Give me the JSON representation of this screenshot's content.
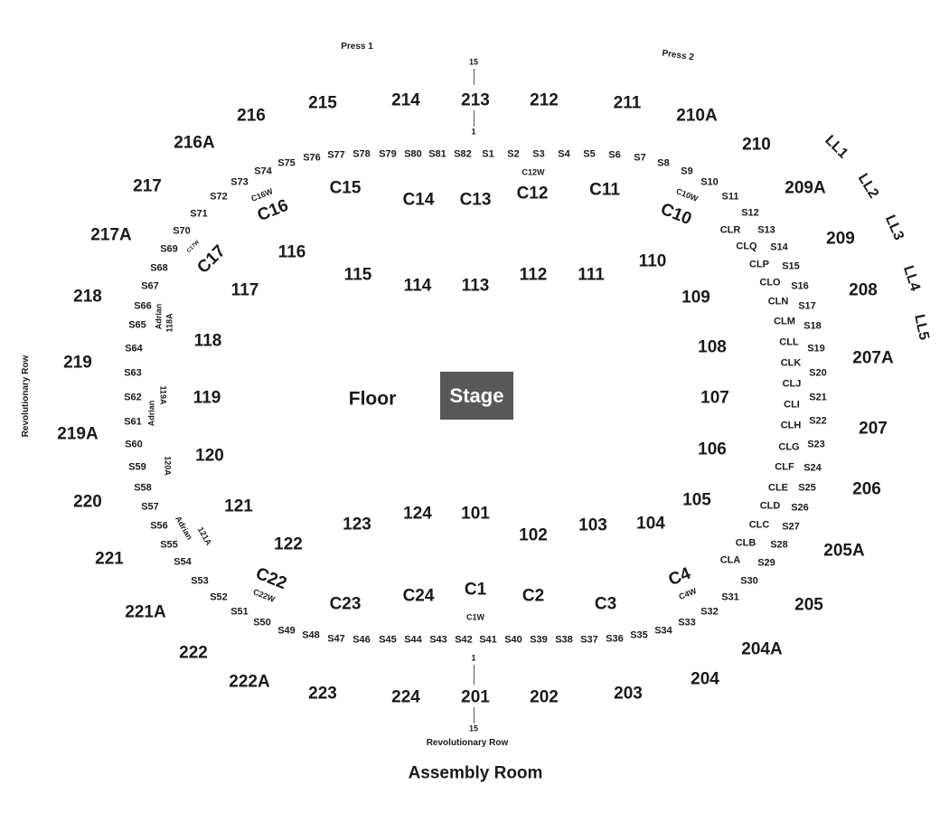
{
  "venue": {
    "stage_label": "Stage",
    "floor_label": "Floor",
    "assembly_room": "Assembly Room",
    "revolutionary_row_bottom": "Revolutionary Row",
    "revolutionary_row_left": "Revolutionary Row",
    "press_1": "Press 1",
    "press_2": "Press 2",
    "row_marker_top_high": "15",
    "row_marker_top_low": "1",
    "row_marker_bottom_high": "1",
    "row_marker_bottom_low": "15"
  },
  "sections_200": [
    "216",
    "215",
    "214",
    "213",
    "212",
    "211",
    "210A",
    "216A",
    "210",
    "217",
    "209A",
    "217A",
    "209",
    "218",
    "208",
    "219",
    "207A",
    "219A",
    "207",
    "220",
    "206",
    "221",
    "205A",
    "221A",
    "205",
    "222",
    "204A",
    "222A",
    "204",
    "223",
    "224",
    "201",
    "202",
    "203"
  ],
  "sections_100": [
    "116",
    "115",
    "114",
    "113",
    "112",
    "111",
    "110",
    "117",
    "109",
    "118",
    "108",
    "119",
    "107",
    "120",
    "106",
    "121",
    "105",
    "122",
    "123",
    "124",
    "101",
    "102",
    "103",
    "104"
  ],
  "clubs": [
    "C15",
    "C14",
    "C13",
    "C12",
    "C11",
    "C16",
    "C10",
    "C17",
    "C22",
    "C4",
    "C23",
    "C24",
    "C1",
    "C2",
    "C3"
  ],
  "club_walls": [
    "C12W",
    "C16W",
    "C10W",
    "C17W",
    "C22W",
    "C4W",
    "C1W"
  ],
  "loge_levels": [
    "LL1",
    "LL2",
    "LL3",
    "LL4",
    "LL5"
  ],
  "suites_top": [
    "S76",
    "S77",
    "S78",
    "S79",
    "S80",
    "S81",
    "S82",
    "S1",
    "S2",
    "S3",
    "S4",
    "S5",
    "S6",
    "S7",
    "S8",
    "S75",
    "S74",
    "S73",
    "S72",
    "S71",
    "S70",
    "S69",
    "S68",
    "S67",
    "S66",
    "S65",
    "S64",
    "S63",
    "S62",
    "S61",
    "S60",
    "S59",
    "S58",
    "S57",
    "S56",
    "S55",
    "S54",
    "S53",
    "S52",
    "S51",
    "S50",
    "S49",
    "S48",
    "S47",
    "S46",
    "S45",
    "S44",
    "S43",
    "S42",
    "S41",
    "S40",
    "S39",
    "S38",
    "S37",
    "S36",
    "S35",
    "S34",
    "S33",
    "S32",
    "S31",
    "S30",
    "S29",
    "S28",
    "S27",
    "S26",
    "S25",
    "S24",
    "S23",
    "S22",
    "S21",
    "S20",
    "S19",
    "S18",
    "S17",
    "S16",
    "S15",
    "S14",
    "S13",
    "S12",
    "S11",
    "S10",
    "S9"
  ],
  "club_loges": [
    "CLR",
    "CLQ",
    "CLP",
    "CLO",
    "CLN",
    "CLM",
    "CLL",
    "CLK",
    "CLJ",
    "CLI",
    "CLH",
    "CLG",
    "CLF",
    "CLE",
    "CLD",
    "CLC",
    "CLB",
    "CLA"
  ],
  "adrian": [
    "Adrian",
    "118A",
    "Adrian",
    "119A",
    "120A",
    "Adrian",
    "121A"
  ]
}
